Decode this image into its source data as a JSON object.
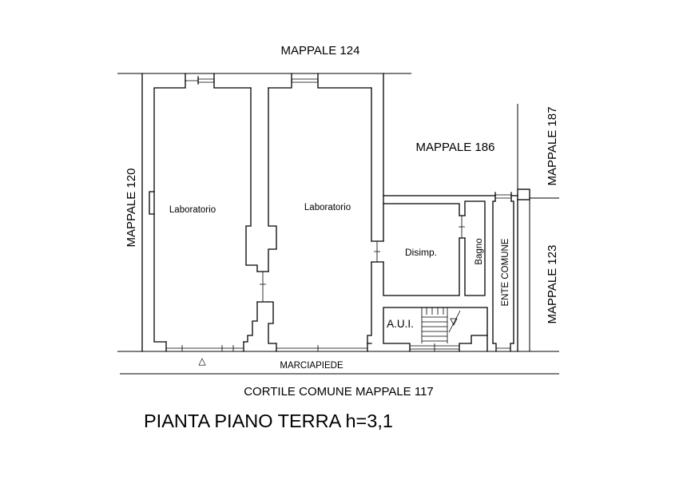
{
  "title": "PIANTA PIANO TERRA h=3,1",
  "boundaries": {
    "north": "MAPPALE 124",
    "west": "MAPPALE 120",
    "inner_courtyard": "MAPPALE 186",
    "east_upper": "MAPPALE 187",
    "east_lower": "MAPPALE 123",
    "sidewalk": "MARCIAPIEDE",
    "south": "CORTILE COMUNE MAPPALE 117"
  },
  "rooms": {
    "laboratory_west": "Laboratorio",
    "laboratory_east": "Laboratorio",
    "hallway": "Disimp.",
    "bathroom": "Bagno",
    "common_corridor": "ENTE COMUNE",
    "aui": "A.U.I."
  },
  "symbols": {
    "entrance_marker": "△"
  },
  "colors": {
    "line": "#000000",
    "text": "#000000",
    "background": "#ffffff"
  }
}
